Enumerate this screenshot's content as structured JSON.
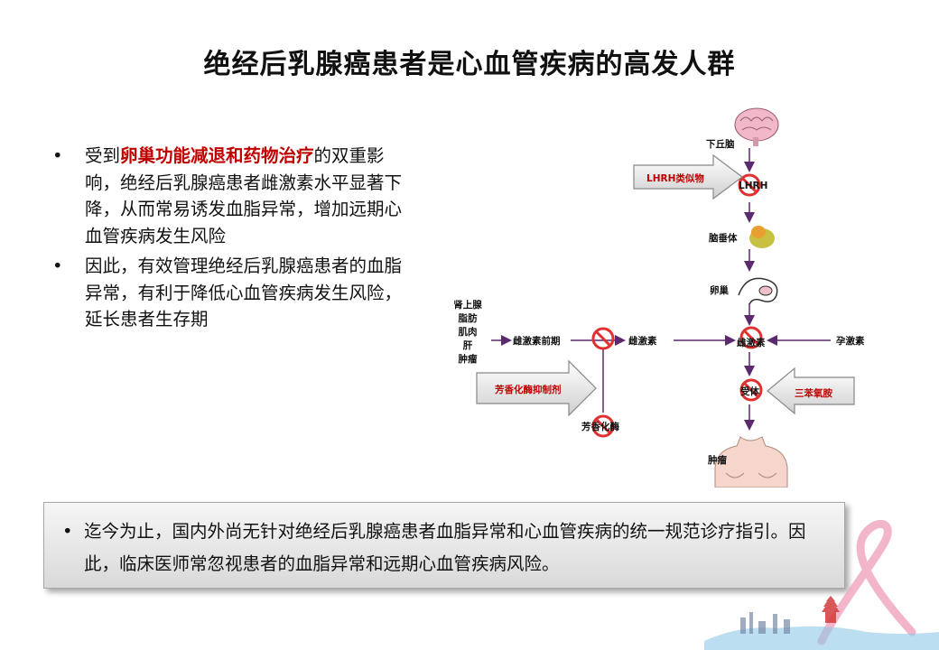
{
  "title": "绝经后乳腺癌患者是心血管疾病的高发人群",
  "bullets": [
    {
      "prefix": "受到",
      "highlight": "卵巢功能减退和药物治疗",
      "suffix": "的双重影响，绝经后乳腺癌患者雌激素水平显著下降，从而常易诱发血脂异常，增加远期心血管疾病发生风险"
    },
    {
      "text": "因此，有效管理绝经后乳腺癌患者的血脂异常，有利于降低心血管疾病发生风险，延长患者生存期"
    }
  ],
  "bullet_char": "•",
  "diagram": {
    "hypothalamus": "下丘脑",
    "lhrh_analog": "LHRH类似物",
    "lhrh": "LHRH",
    "pituitary": "脑垂体",
    "ovary": "卵巢",
    "sources": [
      "肾上腺",
      "脂肪",
      "肌肉",
      "肝",
      "肿瘤"
    ],
    "androgen_precursor": "雌激素前期",
    "aromatase_inhibitor": "芳香化酶抑制剂",
    "aromatase": "芳香化酶",
    "estrogen": "雌激素",
    "estrogen_center": "雌激素",
    "progestin": "孕激素",
    "receptor": "受体",
    "tamoxifen": "三苯氧胺",
    "tumor": "肿瘤"
  },
  "note": "迄今为止，国内外尚无针对绝经后乳腺癌患者血脂异常和心血管疾病的统一规范诊疗指引。因此，临床医师常忽视患者的血脂异常和远期心血管疾病风险。",
  "colors": {
    "accent": "#c00000",
    "arrow": "#5b2a6e",
    "block": "#e03030"
  }
}
